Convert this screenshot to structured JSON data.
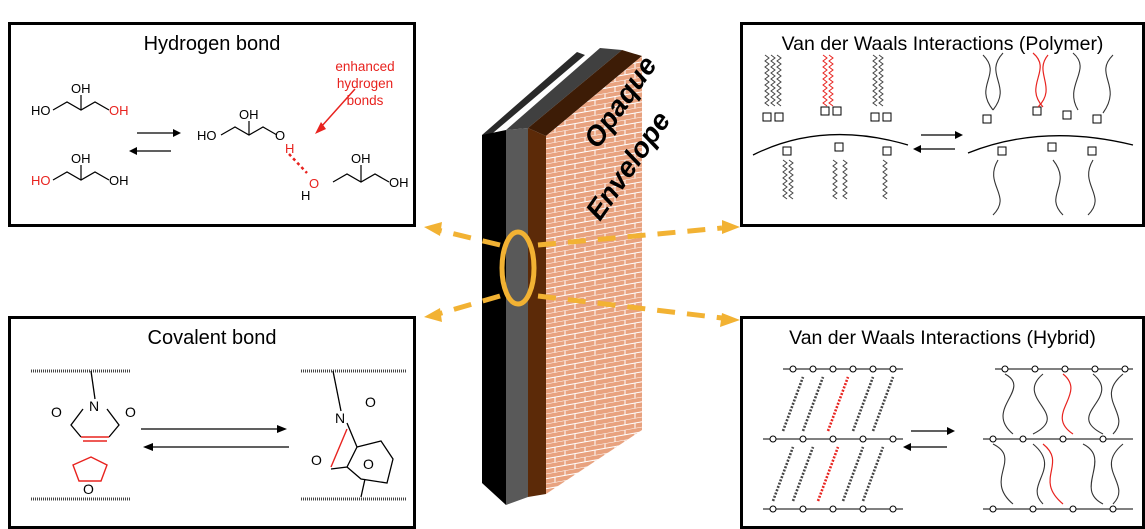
{
  "panels": {
    "hydrogen": {
      "title": "Hydrogen bond",
      "annotation": [
        "enhanced",
        "hydrogen",
        "bonds"
      ],
      "atoms": {
        "oh": "OH",
        "ho": "HO",
        "h": "H",
        "o": "O"
      }
    },
    "vdw_polymer": {
      "title": "Van der Waals Interactions (Polymer)"
    },
    "covalent": {
      "title": "Covalent bond",
      "atoms": {
        "o": "O",
        "n": "N"
      }
    },
    "vdw_hybrid": {
      "title": "Van der Waals Interactions (Hybrid)"
    }
  },
  "envelope": {
    "label_line1": "Opaque",
    "label_line2": "Envelope"
  },
  "colors": {
    "border": "#000000",
    "highlight": "#e8231f",
    "arrow": "#f2b233",
    "envelope_face": "#e8a27f",
    "envelope_brick_line": "#ffffff",
    "envelope_brown": "#5c2a08",
    "envelope_gray": "#595959",
    "envelope_black": "#000000"
  }
}
